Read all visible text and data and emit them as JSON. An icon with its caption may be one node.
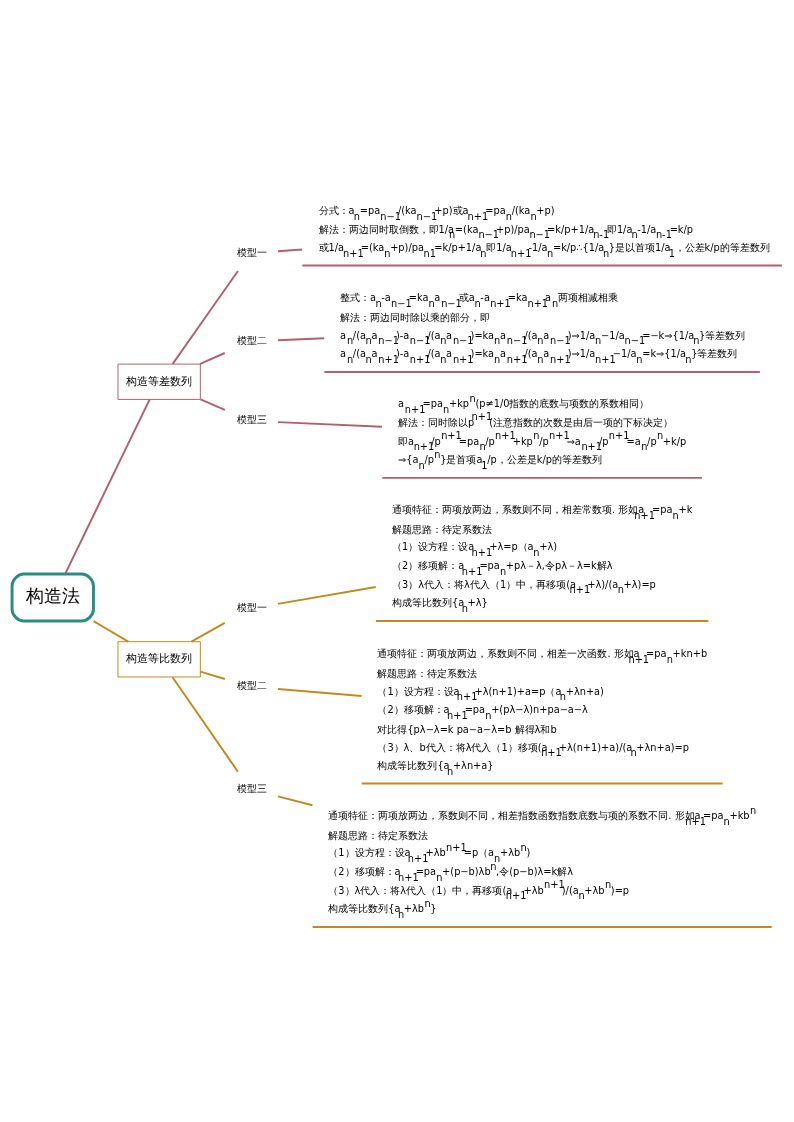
{
  "diagram": {
    "nodes": [
      {
        "text": [
          "构造法"
        ]
      },
      {
        "text": [
          "构造等差数列"
        ]
      },
      {
        "text": [
          "模型一"
        ]
      },
      {
        "text": [
          "分式：a$_{n}$=pa$_{n−1}$/(ka$_{n−1}$+p)或a$_{n+1}$=pa$_{n}$/(ka$_{n}$+p)",
          "解法：两边同时取倒数，即1/a$_{n}$=(ka$_{n−1}$+p)/pa$_{n−1}$=k/p+1/a$_{n-1}$即1/a$_{n}$-1/a$_{n-1}$=k/p",
          "或1/a$_{n+1}$=(ka$_{n}$+p)/pa$_{n1}$=k/p+1/a$_{n}$即1/a$_{n+1}$-1/a$_{n}$=k/p∴{1/a$_{n}$}是以首项1/a$_{1}$，公差k/p的等差数列"
        ]
      },
      {
        "text": [
          "模型二"
        ]
      },
      {
        "text": [
          "整式：a$_{n}$-a$_{n−1}$=ka$_{n}$a$_{n−1}$或a$_{n}$-a$_{n+1}$=ka$_{n+1}$a$_{n}$两项相减相乘",
          "解法：两边同时除以乘的部分，即",
          "a$_{n}$/(a$_{n}$a$_{n−1}$)-a$_{n−1}$/(a$_{n}$a$_{n−1}$)=ka$_{n}$a$_{n−1}$/(a$_{n}$a$_{n−1}$)⇒1/a$_{n}$−1/a$_{n−1}$=−k⇒{1/a$_{n}$}等差数列",
          "a$_{n}$/(a$_{n}$a$_{n+1}$)-a$_{n+1}$/(a$_{n}$a$_{n+1}$)=ka$_{n}$a$_{n+1}$/(a$_{n}$a$_{n+1}$)⇒1/a$_{n+1}$−1/a$_{n}$=k⇒{1/a$_{n}$}等差数列"
        ]
      },
      {
        "text": [
          "模型三"
        ]
      },
      {
        "text": [
          "a$_{n+1}$=pa$_{n}$+kp$^{n}$(p≠1/0指数的底数与项数的系数相同）",
          "解法：同时除以p$^{n+1}$(注意指数的次数是由后一项的下标决定）",
          "即a$_{n+1}$/p$^{n+1}$=pa$_{n}$/p$^{n+1}$+kp$^{n}$/p$^{n+1}$⇒a$_{n+1}$/p$^{n+1}$=a$_{n}$/p$^{n}$+k/p",
          "⇒{a$_{n}$/p$^{n}$}是首项a$_{1}$/p，公差是k/p的等差数列"
        ]
      },
      {
        "text": [
          "构造等比数列"
        ]
      },
      {
        "text": [
          "模型一"
        ]
      },
      {
        "text": [
          "通项特征：两项放两边，系数则不同，相差常数项. 形如a$_{n+1}$=pa$_{n}$+k",
          "解题思路：待定系数法",
          "（1）设方程：设a$_{n+1}$+λ=p（a$_{n}$+λ)",
          "（2）移项解：a$_{n+1}$=pa$_{n}$+pλ－λ,令pλ－λ=k解λ",
          "（3）λ代入：将λ代入（1）中，再移项(a$_{n+1}$+λ)/(a$_{n}$+λ)=p",
          "构成等比数列{a$_{n}$+λ}"
        ]
      },
      {
        "text": [
          "模型二"
        ]
      },
      {
        "text": [
          "通项特征：两项放两边，系数则不同，相差一次函数. 形如a$_{n+1}$=pa$_{n}$+kn+b",
          "解题思路：待定系数法",
          "（1）设方程：设a$_{n+1}$+λ(n+1)+a=p（a$_{n}$+λn+a)",
          "（2）移项解：a$_{n+1}$=pa$_{n}$+(pλ−λ)n+pa−a−λ",
          "对比得{pλ−λ=k pa−a−λ=b 解得λ和b",
          "（3）λ、b代入：将λ代入（1）移项(a$_{n+1}$+λ(n+1)+a)/(a$_{n}$+λn+a)=p",
          "构成等比数列{a$_{n}$+λn+a}"
        ]
      },
      {
        "text": [
          "模型三"
        ]
      },
      {
        "text": [
          "通项特征：两项放两边，系数则不同，相差指数函数指数底数与项的系数不同. 形如a$_{n+1}$=pa$_{n}$+kb$^{n}$",
          "解题思路：待定系数法",
          "（1）设方程：设a$_{n+1}$+λb$^{n+1}$=p（a$_{n}$+λb$^{n}$)",
          "（2）移项解：a$_{n+1}$=pa$_{n}$+(p−b)λb$^{n}$,令(p−b)λ=k解λ",
          "（3）λ代入：将λ代入（1）中，再移项(a$_{n+1}$+λb$^{n+1}$)/(a$_{n}$+λb$^{n}$)=p",
          "构成等比数列{a$_{n}$+λb$^{n}$}"
        ]
      }
    ],
    "edges": [
      {
        "from": 0,
        "to": 1,
        "arrow": "none",
        "color": "#b0606e"
      },
      {
        "from": 1,
        "to": 2,
        "arrow": "none",
        "color": "#b0606e"
      },
      {
        "from": 2,
        "to": 3,
        "arrow": "none",
        "color": "#b0606e"
      },
      {
        "from": 1,
        "to": 4,
        "arrow": "none",
        "color": "#b0606e"
      },
      {
        "from": 4,
        "to": 5,
        "arrow": "none",
        "color": "#b0606e"
      },
      {
        "from": 1,
        "to": 6,
        "arrow": "none",
        "color": "#b0606e"
      },
      {
        "from": 6,
        "to": 7,
        "arrow": "none",
        "color": "#b0606e"
      },
      {
        "from": 0,
        "to": 8,
        "arrow": "none",
        "color": "#c08a1e"
      },
      {
        "from": 8,
        "to": 9,
        "arrow": "none",
        "color": "#c08a1e"
      },
      {
        "from": 9,
        "to": 10,
        "arrow": "none",
        "color": "#c08a1e"
      },
      {
        "from": 8,
        "to": 11,
        "arrow": "none",
        "color": "#c08a1e"
      },
      {
        "from": 11,
        "to": 12,
        "arrow": "none",
        "color": "#c08a1e"
      },
      {
        "from": 8,
        "to": 13,
        "arrow": "none",
        "color": "#c08a1e"
      },
      {
        "from": 13,
        "to": 14,
        "arrow": "none",
        "color": "#c08a1e"
      }
    ]
  }
}
